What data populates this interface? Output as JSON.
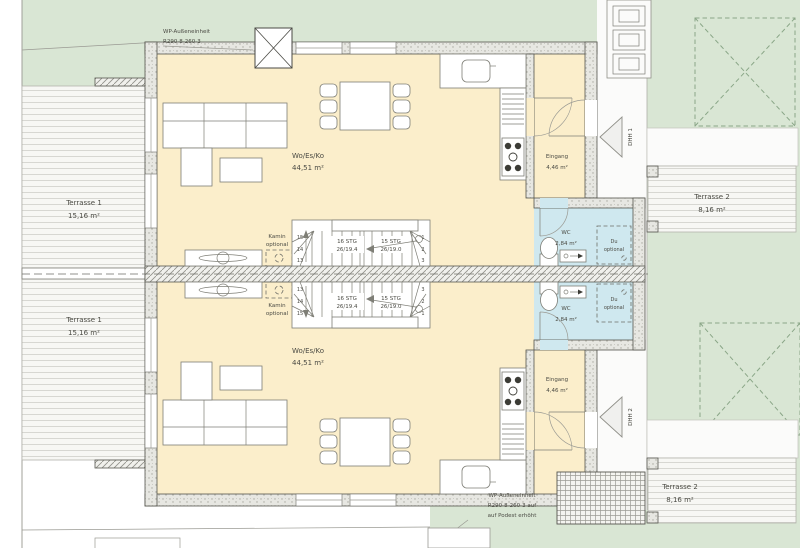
{
  "plan": {
    "wp_top": [
      "WP-Außeneinheit",
      "R290-8-260-3"
    ],
    "wp_bottom": [
      "WP-Außeneinheit",
      "R290-8-260-3 auf",
      "auf Podest erhöht"
    ],
    "rooms": {
      "living": {
        "name": "Wo/Es/Ko",
        "area": "44,51 m²"
      },
      "entry": {
        "name": "Eingang",
        "area": "4,46 m²"
      },
      "wc": {
        "name": "WC",
        "area": "2,84 m²"
      },
      "shower": [
        "Du",
        "optional"
      ],
      "fireplace": [
        "Kamin",
        "optional"
      ]
    },
    "stairs": {
      "flight_a": {
        "stg": "16 STG",
        "rise": "26/19.4"
      },
      "flight_b": {
        "stg": "15 STG",
        "rise": "26/19.0"
      },
      "nums_high": [
        "15",
        "14",
        "13"
      ],
      "nums_low": [
        "1",
        "2",
        "3"
      ]
    },
    "terraces": {
      "t1": {
        "name": "Terrasse 1",
        "area": "15,16 m²"
      },
      "t2": {
        "name": "Terrasse 2",
        "area": "8,16 m²"
      }
    },
    "units": {
      "u1": "DHH 1",
      "u2": "DHH 2"
    }
  },
  "colors": {
    "lawn": "#d9e6d4",
    "floor": "#fbeecb",
    "wet_room": "#cfe8ef",
    "wall_fill": "#e7e7e2",
    "paper": "#ffffff"
  }
}
